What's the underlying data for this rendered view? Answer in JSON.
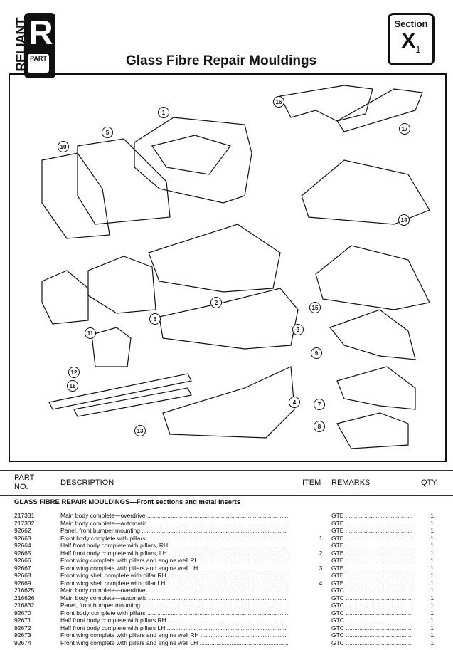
{
  "header": {
    "logo_text": "RELIANT",
    "logo_letter": "R",
    "logo_sub": "PART",
    "title": "Glass Fibre Repair Mouldings",
    "section_label": "Section",
    "section_code": "X",
    "section_sub": "1"
  },
  "diagram": {
    "callouts": [
      "1",
      "16",
      "17",
      "5",
      "10",
      "14",
      "2",
      "15",
      "6",
      "3",
      "11",
      "9",
      "12",
      "18",
      "7",
      "4",
      "13",
      "8"
    ]
  },
  "table": {
    "headers": {
      "part_no_1": "PART",
      "part_no_2": "NO.",
      "description": "DESCRIPTION",
      "item": "ITEM",
      "remarks": "REMARKS",
      "qty": "QTY."
    },
    "subheading": "GLASS FIBRE REPAIR MOULDINGS—Front sections and metal inserts",
    "rows": [
      {
        "part": "217331",
        "desc": "Main body complete—overdrive",
        "item": "",
        "rem": "GTE",
        "qty": "1"
      },
      {
        "part": "217332",
        "desc": "Main body complete—automatic",
        "item": "",
        "rem": "GTE",
        "qty": "1"
      },
      {
        "part": "92662",
        "desc": "Panel, front bumper mounting",
        "item": "",
        "rem": "GTE",
        "qty": "1"
      },
      {
        "part": "92663",
        "desc": "Front body complete with pillars",
        "item": "1",
        "rem": "GTE",
        "qty": "1"
      },
      {
        "part": "92664",
        "desc": "Half front body complete with pillars, RH",
        "item": "",
        "rem": "GTE",
        "qty": "1"
      },
      {
        "part": "92665",
        "desc": "Half front body complete with pillars, LH",
        "item": "2",
        "rem": "GTE",
        "qty": "1"
      },
      {
        "part": "92666",
        "desc": "Front wing complete with pillars and engine well RH",
        "item": "",
        "rem": "GTE",
        "qty": "1"
      },
      {
        "part": "92667",
        "desc": "Front wing complete with pillars and engine well LH",
        "item": "3",
        "rem": "GTE",
        "qty": "1"
      },
      {
        "part": "92668",
        "desc": "Front wing shell complete with pillar RH",
        "item": "",
        "rem": "GTE",
        "qty": "1"
      },
      {
        "part": "92669",
        "desc": "Front wing shell complete with pillar LH",
        "item": "4",
        "rem": "GTE",
        "qty": "1"
      },
      {
        "part": "216625",
        "desc": "Main body complete—overdrive",
        "item": "",
        "rem": "GTC",
        "qty": "1"
      },
      {
        "part": "216626",
        "desc": "Main body complete—automatic",
        "item": "",
        "rem": "GTC",
        "qty": "1"
      },
      {
        "part": "216832",
        "desc": "Panel, front bumper mounting",
        "item": "",
        "rem": "GTC",
        "qty": "1"
      },
      {
        "part": "92670",
        "desc": "Front body complete with pillars",
        "item": "",
        "rem": "GTC",
        "qty": "1"
      },
      {
        "part": "92671",
        "desc": "Half front body complete with pillars RH",
        "item": "",
        "rem": "GTC",
        "qty": "1"
      },
      {
        "part": "92672",
        "desc": "Half front body complete with pillars LH",
        "item": "",
        "rem": "GTC",
        "qty": "1"
      },
      {
        "part": "92673",
        "desc": "Front wing complete with pillars and engine well RH",
        "item": "",
        "rem": "GTC",
        "qty": "1"
      },
      {
        "part": "92674",
        "desc": "Front wing complete with pillars and engine well LH",
        "item": "",
        "rem": "GTC",
        "qty": "1"
      }
    ]
  }
}
